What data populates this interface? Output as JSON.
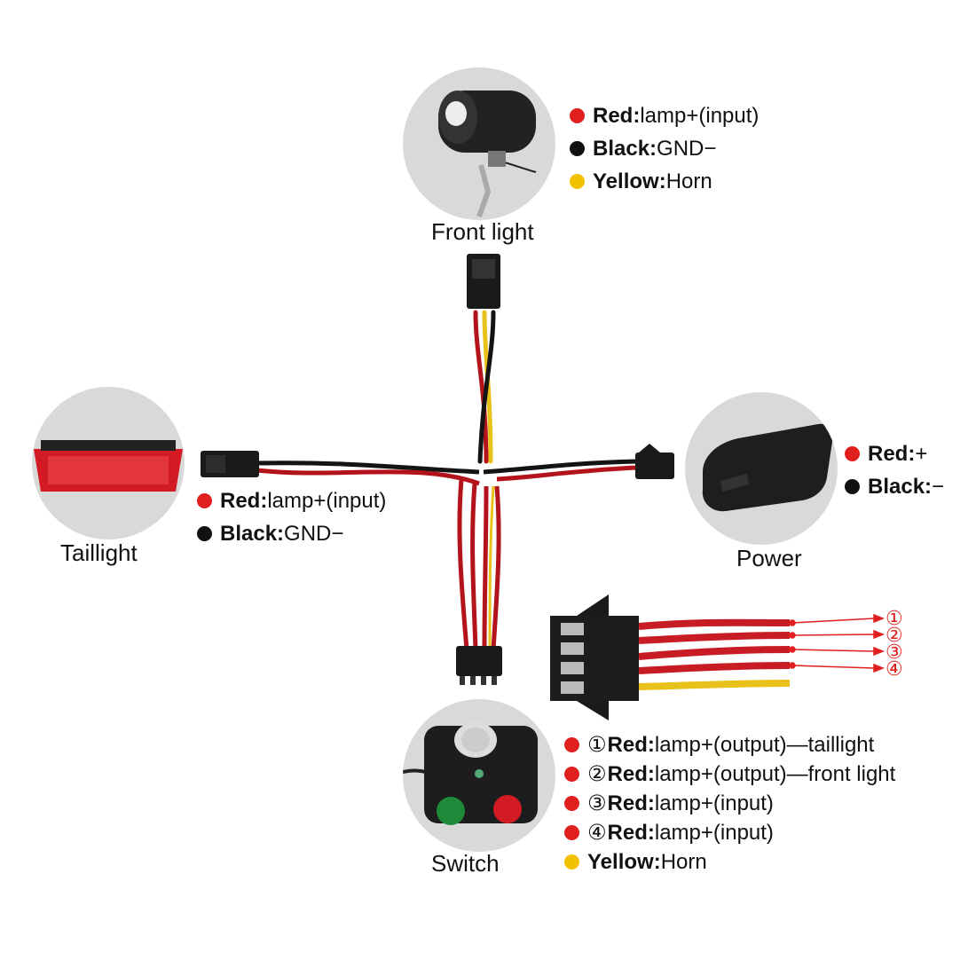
{
  "colors": {
    "red": "#e0201f",
    "black": "#111111",
    "yellow": "#f2c200",
    "wire_red": "#b3141b",
    "wire_yellow": "#e8c21a",
    "wire_black": "#141414",
    "circle_bg": "#d9d9d9"
  },
  "front_light": {
    "label": "Front light",
    "legend": [
      {
        "color": "red",
        "key": "Red:",
        "value": "lamp+(input)"
      },
      {
        "color": "black",
        "key": "Black:",
        "value": "GND−"
      },
      {
        "color": "yellow",
        "key": "Yellow:",
        "value": "Horn"
      }
    ]
  },
  "taillight": {
    "label": "Taillight",
    "legend": [
      {
        "color": "red",
        "key": "Red:",
        "value": "lamp+(input)"
      },
      {
        "color": "black",
        "key": "Black:",
        "value": "GND−"
      }
    ]
  },
  "power": {
    "label": "Power",
    "legend": [
      {
        "color": "red",
        "key": "Red:",
        "value": "+"
      },
      {
        "color": "black",
        "key": "Black:",
        "value": "−"
      }
    ]
  },
  "switch": {
    "label": "Switch",
    "legend": [
      {
        "color": "red",
        "num": "①",
        "key": "Red:",
        "value": "lamp+(output)—taillight"
      },
      {
        "color": "red",
        "num": "②",
        "key": "Red:",
        "value": "lamp+(output)—front light"
      },
      {
        "color": "red",
        "num": "③",
        "key": "Red:",
        "value": "lamp+(input)"
      },
      {
        "color": "red",
        "num": "④",
        "key": "Red:",
        "value": "lamp+(input)"
      },
      {
        "color": "yellow",
        "key": "Yellow:",
        "value": "Horn"
      }
    ]
  },
  "pin_numbers": [
    "①",
    "②",
    "③",
    "④"
  ]
}
